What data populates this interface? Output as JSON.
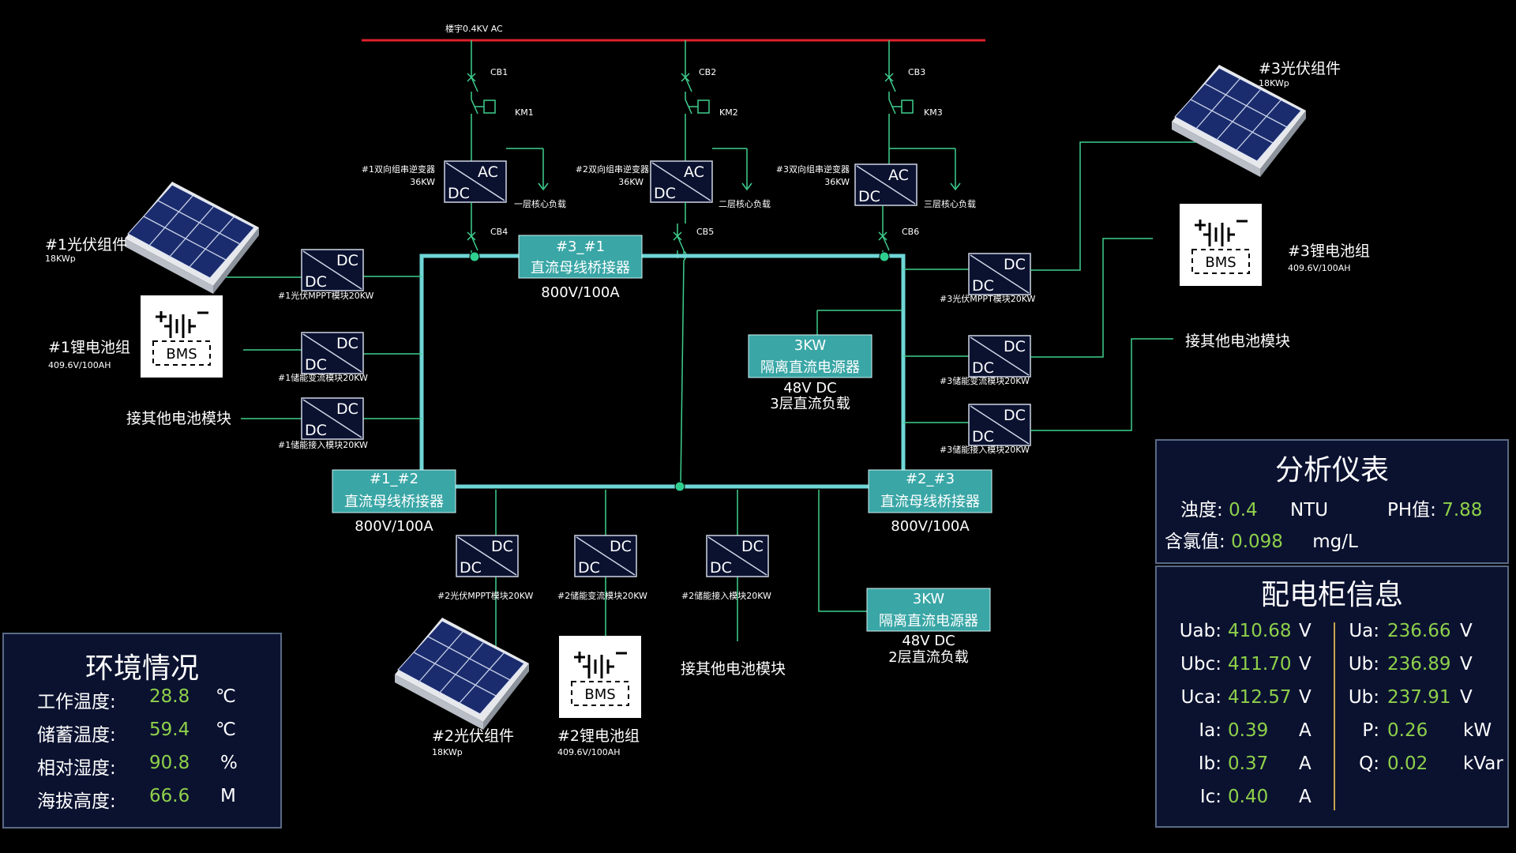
{
  "colors": {
    "background": "#000000",
    "bus": "#6fd6d6",
    "line": "#3fcf8e",
    "bridge": "#3aa6a6",
    "ac_line": "#e0202a",
    "value": "#8ed04a",
    "panel_bg": "#0b1230"
  },
  "grid": {
    "label": "楼宇0.4KV AC"
  },
  "breakers": {
    "cb1": "CB1",
    "cb2": "CB2",
    "cb3": "CB3",
    "km1": "KM1",
    "km2": "KM2",
    "km3": "KM3",
    "cb4": "CB4",
    "cb5": "CB5",
    "cb6": "CB6"
  },
  "inverters": [
    {
      "name": "#1双向组串逆变器",
      "power": "36KW",
      "ac": "AC",
      "dc": "DC",
      "load": "一层核心负载"
    },
    {
      "name": "#2双向组串逆变器",
      "power": "36KW",
      "ac": "AC",
      "dc": "DC",
      "load": "二层核心负载"
    },
    {
      "name": "#3双向组串逆变器",
      "power": "36KW",
      "ac": "AC",
      "dc": "DC",
      "load": "三层核心负载"
    }
  ],
  "bridges": {
    "b31": {
      "title": "#3_#1",
      "sub": "直流母线桥接器",
      "rating": "800V/100A"
    },
    "b12": {
      "title": "#1_#2",
      "sub": "直流母线桥接器",
      "rating": "800V/100A"
    },
    "b23": {
      "title": "#2_#3",
      "sub": "直流母线桥接器",
      "rating": "800V/100A"
    }
  },
  "isolated": {
    "p3": {
      "power": "3KW",
      "name": "隔离直流电源器",
      "voltage": "48V DC",
      "load": "3层直流负载"
    },
    "p2": {
      "power": "3KW",
      "name": "隔离直流电源器",
      "voltage": "48V DC",
      "load": "2层直流负载"
    }
  },
  "dcdc": {
    "dc_label": "DC",
    "m1": "#1光伏MPPT模块20KW",
    "m2": "#1储能变流模块20KW",
    "m3": "#1储能接入模块20KW",
    "m4": "#2光伏MPPT模块20KW",
    "m5": "#2储能变流模块20KW",
    "m6": "#2储能接入模块20KW",
    "m7": "#3光伏MPPT模块20KW",
    "m8": "#3储能变流模块20KW",
    "m9": "#3储能接入模块20KW"
  },
  "pv": {
    "pv1": {
      "name": "#1光伏组件",
      "power": "18KWp"
    },
    "pv2": {
      "name": "#2光伏组件",
      "power": "18KWp"
    },
    "pv3": {
      "name": "#3光伏组件",
      "power": "18KWp"
    }
  },
  "battery": {
    "bms": "BMS",
    "bat1": {
      "name": "#1锂电池组",
      "spec": "409.6V/100AH"
    },
    "bat2": {
      "name": "#2锂电池组",
      "spec": "409.6V/100AH"
    },
    "bat3": {
      "name": "#3锂电池组",
      "spec": "409.6V/100AH"
    }
  },
  "other_battery": "接其他电池模块",
  "environment": {
    "title": "环境情况",
    "rows": [
      {
        "label": "工作温度:",
        "value": "28.8",
        "unit": "℃"
      },
      {
        "label": "储蓄温度:",
        "value": "59.4",
        "unit": "℃"
      },
      {
        "label": "相对湿度:",
        "value": "90.8",
        "unit": "%"
      },
      {
        "label": "海拔高度:",
        "value": "66.6",
        "unit": "M"
      }
    ]
  },
  "analyzer": {
    "title": "分析仪表",
    "turbidity": {
      "label": "浊度:",
      "value": "0.4",
      "unit": "NTU"
    },
    "ph": {
      "label": "PH值:",
      "value": "7.88"
    },
    "chlorine": {
      "label": "含氯值:",
      "value": "0.098",
      "unit": "mg/L"
    }
  },
  "cabinet": {
    "title": "配电柜信息",
    "left": [
      {
        "label": "Uab:",
        "value": "410.68",
        "unit": "V"
      },
      {
        "label": "Ubc:",
        "value": "411.70",
        "unit": "V"
      },
      {
        "label": "Uca:",
        "value": "412.57",
        "unit": "V"
      },
      {
        "label": "Ia:",
        "value": "0.39",
        "unit": "A"
      },
      {
        "label": "Ib:",
        "value": "0.37",
        "unit": "A"
      },
      {
        "label": "Ic:",
        "value": "0.40",
        "unit": "A"
      }
    ],
    "right": [
      {
        "label": "Ua:",
        "value": "236.66",
        "unit": "V"
      },
      {
        "label": "Ub:",
        "value": "236.89",
        "unit": "V"
      },
      {
        "label": "Ub:",
        "value": "237.91",
        "unit": "V"
      },
      {
        "label": "P:",
        "value": "0.26",
        "unit": "kW"
      },
      {
        "label": "Q:",
        "value": "0.02",
        "unit": "kVar"
      }
    ]
  }
}
